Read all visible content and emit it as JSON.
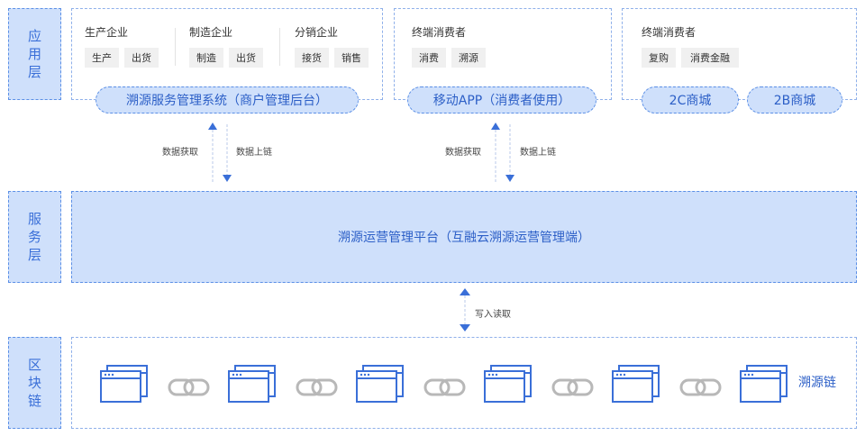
{
  "layers": {
    "app": "应用层",
    "service": "服务层",
    "chain": "区块链"
  },
  "app": {
    "group1": {
      "sections": [
        {
          "title": "生产企业",
          "chips": [
            "生产",
            "出货"
          ]
        },
        {
          "title": "制造企业",
          "chips": [
            "制造",
            "出货"
          ]
        },
        {
          "title": "分销企业",
          "chips": [
            "接货",
            "销售"
          ]
        }
      ],
      "pill": "溯源服务管理系统（商户管理后台）"
    },
    "group2": {
      "title": "终端消费者",
      "chips": [
        "消费",
        "溯源"
      ],
      "pill": "移动APP（消费者使用）"
    },
    "group3": {
      "title": "终端消费者",
      "chips": [
        "复购",
        "消费金融"
      ],
      "pills": [
        "2C商城",
        "2B商城"
      ]
    }
  },
  "arrows": {
    "fetch": "数据获取",
    "upload": "数据上链",
    "rw": "写入读取"
  },
  "service": {
    "platform": "溯源运营管理平台（互融云溯源运营管理端）"
  },
  "chain": {
    "label": "溯源链",
    "block_count": 6,
    "link_count": 5,
    "colors": {
      "block": "#3a6fd8",
      "link": "#b8b8b8"
    }
  }
}
